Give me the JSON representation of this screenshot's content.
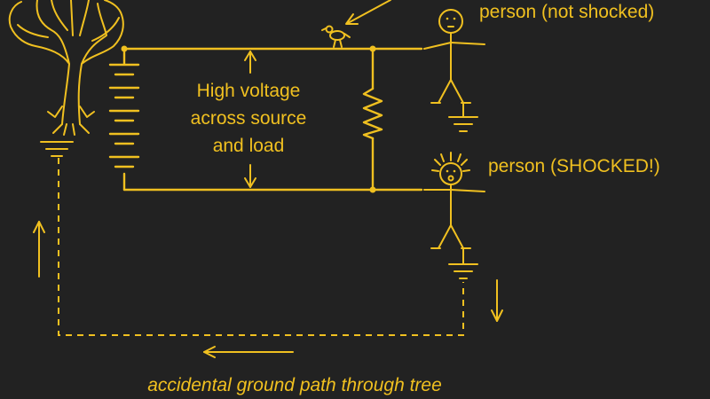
{
  "labels": {
    "person_not_shocked": "person (not shocked)",
    "person_shocked": "person (SHOCKED!)",
    "high_voltage_line1": "High voltage",
    "high_voltage_line2": "across source",
    "high_voltage_line3": "and load",
    "ground_path": "accidental ground path through tree"
  },
  "icons": [
    "tree-icon",
    "bird-icon",
    "person-icon",
    "shocked-person-icon",
    "battery-icon",
    "resistor-icon",
    "ground-icon"
  ],
  "colors": {
    "background": "#222222",
    "ink": "#f0c020"
  }
}
